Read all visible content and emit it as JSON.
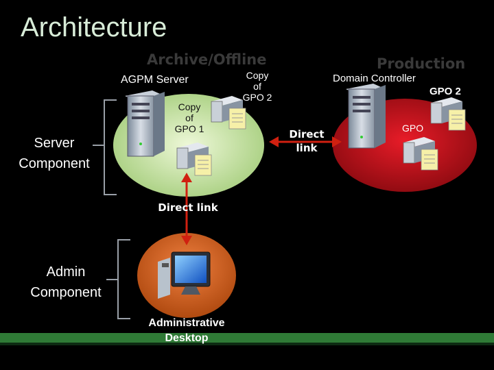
{
  "slide": {
    "title": "Architecture"
  },
  "archive": {
    "heading": "Archive/Offline",
    "server_label": "AGPM Server",
    "copy_gpo1": [
      "Copy",
      "of",
      "GPO 1"
    ],
    "copy_gpo2": [
      "Copy",
      "of",
      "GPO 2"
    ]
  },
  "production": {
    "heading": "Production",
    "server_label": "Domain Controller",
    "gpo2_label": "GPO 2",
    "gpo_label": "GPO"
  },
  "links": {
    "horizontal": [
      "Direct",
      "link"
    ],
    "vertical": "Direct link"
  },
  "components": {
    "server": [
      "Server",
      "Component"
    ],
    "admin": [
      "Admin",
      "Component"
    ]
  },
  "desktop": {
    "label": [
      "Administrative",
      "Desktop"
    ]
  },
  "colors": {
    "archive_ellipse": "#c8e6a8",
    "production_ellipse": "#c0101a",
    "desktop_ellipse": "#d8641a",
    "arrow": "#d02010",
    "bottom_bar": "#2f7a36"
  },
  "icons": {
    "server": "server-tower-icon",
    "gpo_document": "document-server-icon",
    "monitor": "computer-monitor-icon"
  }
}
